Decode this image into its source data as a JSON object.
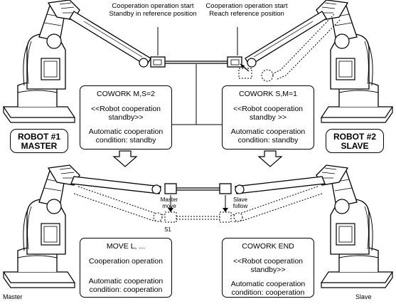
{
  "top": {
    "master_note": [
      "Cooperation operation start",
      "Standby in reference position"
    ],
    "slave_note": [
      "Cooperation operation start",
      "Reach reference position"
    ],
    "left_panel": {
      "command": "COWORK M,S=2",
      "status_lines": [
        "<<Robot cooperation",
        "standby>>"
      ],
      "condition_lines": [
        "Automatic cooperation",
        "condition: standby"
      ]
    },
    "right_panel": {
      "command": "COWORK S,M=1",
      "status_lines": [
        "<<Robot cooperation",
        "standby >>"
      ],
      "condition_lines": [
        "Automatic cooperation",
        "condition: standby"
      ]
    },
    "robot1_tag": [
      "ROBOT #1",
      "MASTER"
    ],
    "robot2_tag": [
      "ROBOT #2",
      "SLAVE"
    ]
  },
  "bottom": {
    "master_move": [
      "Master",
      "move"
    ],
    "slave_follow": [
      "Slave",
      "follow"
    ],
    "point_label": "S1",
    "left_panel": {
      "command": "MOVE L, ...",
      "status_lines": [
        "Cooperation operation"
      ],
      "condition_lines": [
        "Automatic cooperation",
        "condition: cooperation"
      ]
    },
    "right_panel": {
      "command": "COWORK END",
      "status_lines": [
        "<<Robot cooperation",
        "standby>>"
      ],
      "condition_lines": [
        "Automatic cooperation",
        "condition: cooperation"
      ]
    },
    "master_caption": "Master",
    "slave_caption": "Slave"
  }
}
